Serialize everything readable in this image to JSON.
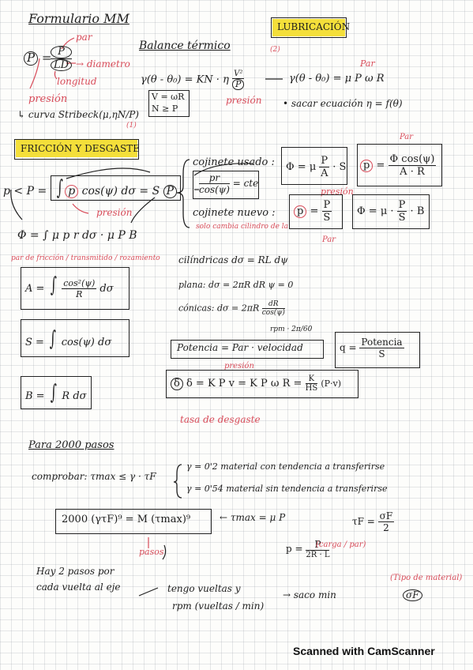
{
  "header": {
    "title": "Formulario MM",
    "lubricacion": "LUBRICACIÓN",
    "balance": "Balance térmico"
  },
  "lub": {
    "p_label": "P",
    "d_label": "LD",
    "par": "par",
    "diametro": "diametro",
    "longitud": "longitud",
    "presion": "presión",
    "curva": "curva Stribeck",
    "curva_tag": "(1)",
    "eq1_left": "γ(θ - θ₀) = KN · η",
    "eq1_frac_n": "V²",
    "eq1_frac_d": "P",
    "eq1_note": "(2)",
    "eq2": "γ(θ - θ₀) = μ P ω R",
    "eq2_par": "Par",
    "vn_1": "V = ωR",
    "vn_2": "N ≥ P",
    "presion2": "presión",
    "sacar": "• sacar ecuación  η = f(θ)"
  },
  "friccion": {
    "heading": "FRICCIÓN Y DESGASTE",
    "p_eq": "p < P =",
    "p_int": "cos(ψ) dσ = S",
    "presion": "presión",
    "phi_eq": "Φ = ∫ μ p r dσ  ·  μ P B",
    "par_note": "par de fricción / transmitido / rozamiento",
    "cojinete_usado": "cojinete usado :",
    "pr_n": "pr",
    "pr_d": "cos(ψ)",
    "pr_eq": "= cte",
    "cojinete_nuevo": "cojinete nuevo :",
    "solo": "solo cambia cilindro de la",
    "phi1": "Φ = μ · (P/A) · S",
    "phi1_n": "P",
    "phi1_d": "A",
    "p1_n": "Φ cos(ψ)",
    "p1_d": "A · R",
    "p2_n": "P",
    "p2_d": "S",
    "phi2_n": "P",
    "phi2_d": "S",
    "phi2": "Φ = μ · (P/S) · B",
    "presion3": "presión",
    "par_bottom": "Par",
    "par_top": "Par"
  },
  "integrals": {
    "A": "A =",
    "A_n": "cos²(ψ)",
    "A_d": "R",
    "S": "S =",
    "S_body": "cos(ψ) dσ",
    "B": "B =",
    "B_body": "R dσ",
    "cil": "cilíndricas   dσ = RL dψ",
    "plana": "plana:  dσ = 2πR dR    ψ = 0",
    "conica": "cónicas:  dσ = 2πR",
    "conica_n": "dR",
    "conica_d": "cos(ψ)",
    "rpm": "rpm · 2π/60"
  },
  "potencia": {
    "eq": "Potencia = Par · velocidad",
    "q_lhs": "q =",
    "q_n": "Potencia",
    "q_d": "S"
  },
  "desgaste": {
    "eq": "δ = K P v = K P ω R =",
    "k_n": "K",
    "k_d": "HS",
    "tail": "(P·v)",
    "presion": "presión",
    "tasa": "tasa de desgaste"
  },
  "pasos": {
    "heading": "Para 2000 pasos",
    "comprobar": "comprobar:  τmax ≤ γ · τF",
    "g1": "γ = 0'2  material con tendencia a transferirse",
    "g2": "γ = 0'54  material sin tendencia a transferirse",
    "eq": "2000 (γτF)⁹ = M (τmax)⁹",
    "tmax": "←   τmax = μ P",
    "tf_lhs": "τF =",
    "tf_n": "σF",
    "tf_d": "2",
    "pasos_label": "pasos",
    "p_lhs": "p =",
    "p_n": "P",
    "p_d": "2R · L",
    "p_note": "(carga / par)",
    "tipo": "(Tipo de material)",
    "sigma": "σF",
    "hay1": "Hay 2 pasos por",
    "hay2": "cada vuelta al eje",
    "tengo1": "tengo vueltas y",
    "tengo2": "rpm (vueltas / min)",
    "saco": "→  saco min"
  },
  "footer": "Scanned with CamScanner"
}
